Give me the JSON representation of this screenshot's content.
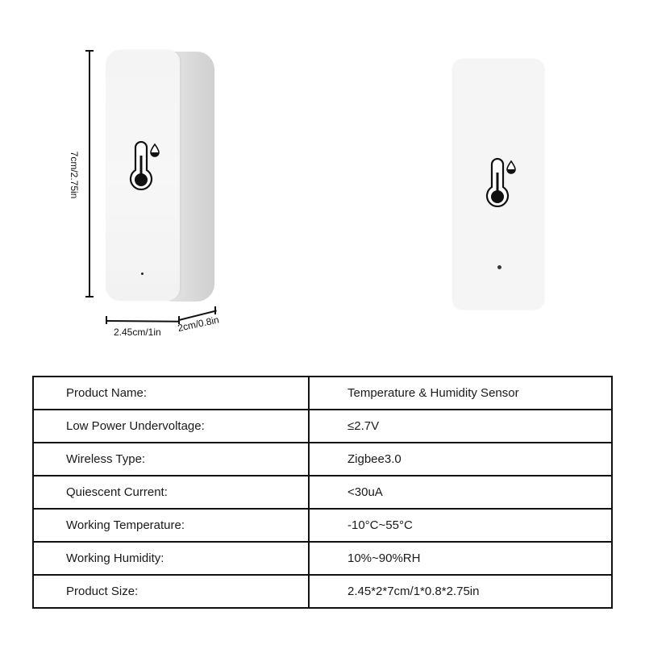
{
  "product_images": {
    "left_view": {
      "height_label": "7cm/2.75in",
      "width_label": "2.45cm/1in",
      "depth_label": "2cm/0.8in",
      "icon": "thermometer-humidity-icon"
    },
    "right_view": {
      "icon": "thermometer-humidity-icon"
    }
  },
  "specs": {
    "rows": [
      {
        "label": "Product Name:",
        "value": "Temperature & Humidity Sensor"
      },
      {
        "label": "Low Power Undervoltage:",
        "value": "≤2.7V"
      },
      {
        "label": "Wireless Type:",
        "value": "Zigbee3.0"
      },
      {
        "label": "Quiescent Current:",
        "value": "<30uA"
      },
      {
        "label": "Working Temperature:",
        "value": "-10°C~55°C"
      },
      {
        "label": "Working Humidity:",
        "value": "10%~90%RH"
      },
      {
        "label": "Product Size:",
        "value": "2.45*2*7cm/1*0.8*2.75in"
      }
    ]
  },
  "colors": {
    "background": "#ffffff",
    "device_body": "#f5f5f5",
    "table_border": "#111111",
    "text": "#1a1a1a"
  }
}
